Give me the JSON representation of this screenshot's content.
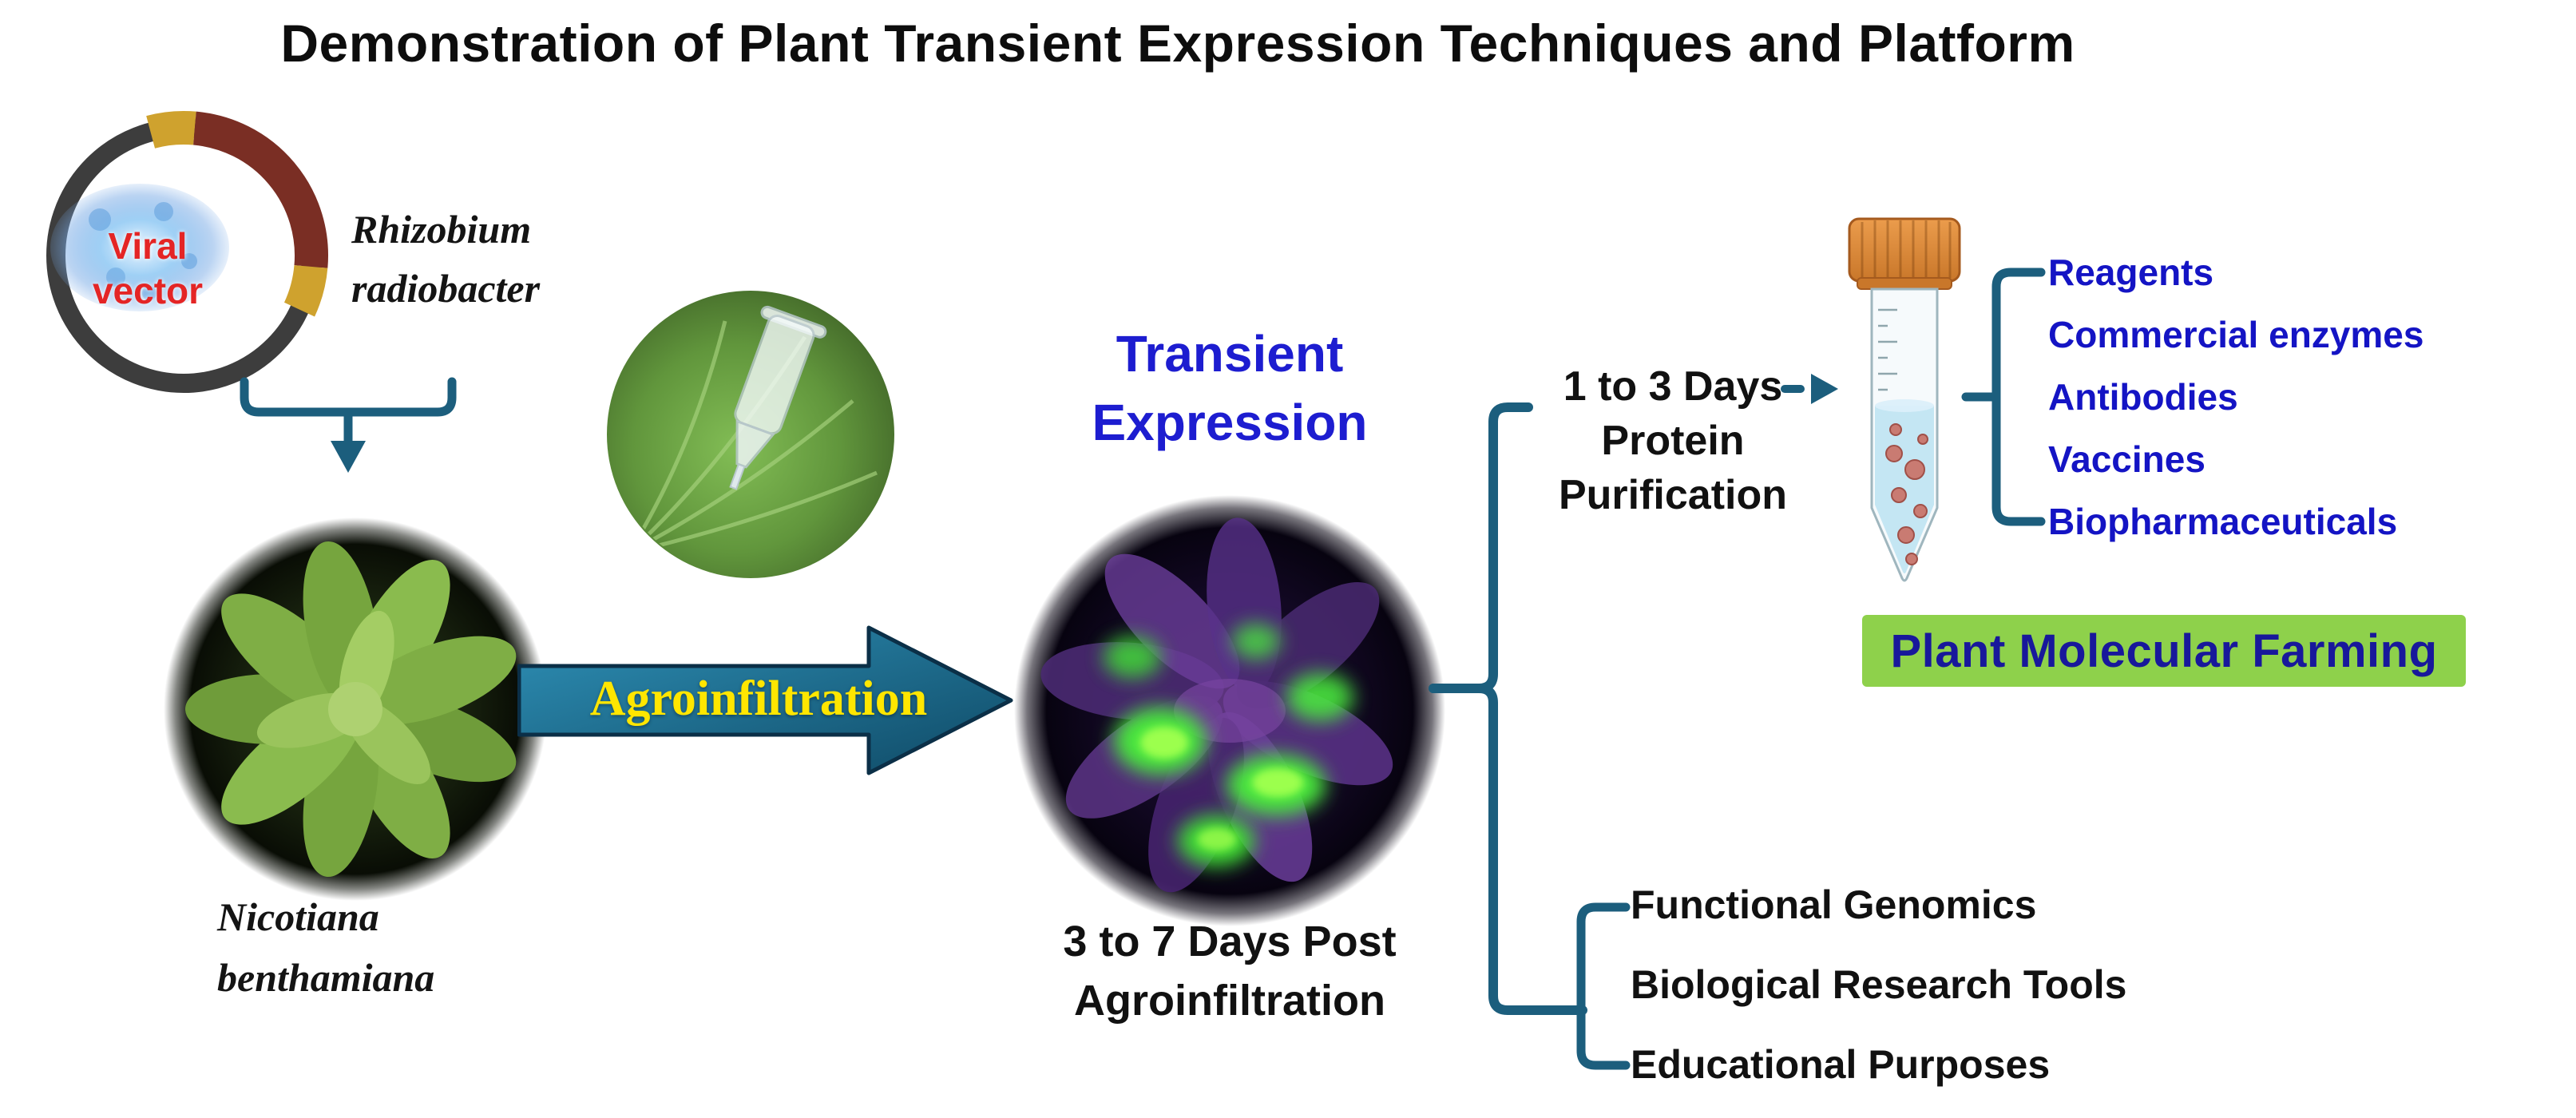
{
  "title": "Demonstration of Plant Transient Expression Techniques and Platform",
  "vector": {
    "label_line1": "Viral",
    "label_line2": "vector"
  },
  "bacterium": {
    "line1": "Rhizobium",
    "line2": "radiobacter"
  },
  "host_plant": {
    "line1": "Nicotiana",
    "line2": "benthamiana"
  },
  "process_arrow": {
    "label": "Agroinfiltration"
  },
  "expression": {
    "line1": "Transient",
    "line2": "Expression"
  },
  "post_caption": {
    "line1": "3 to 7 Days Post",
    "line2": "Agroinfiltration"
  },
  "purification": {
    "line1": "1 to 3 Days",
    "line2": "Protein",
    "line3": "Purification"
  },
  "products": [
    "Reagents",
    "Commercial enzymes",
    "Antibodies",
    "Vaccines",
    "Biopharmaceuticals"
  ],
  "banner": {
    "label": "Plant Molecular Farming"
  },
  "applications": [
    "Functional Genomics",
    "Biological Research Tools",
    "Educational Purposes"
  ],
  "icons": {
    "plasmid": "viral-vector-plasmid-icon",
    "plant": "nicotiana-plant-photo",
    "leaf_syringe": "leaf-syringe-infiltration-photo",
    "gfp_plant": "fluorescent-gfp-plant-photo",
    "tube": "centrifuge-tube-icon"
  },
  "colors": {
    "accent_teal": "#1c5e7d",
    "blue_text": "#1414c4",
    "expression_blue": "#1d1dd0",
    "yellow_text": "#ffe600",
    "red_text": "#e42525",
    "banner_bg": "#8ed14b",
    "banner_fg": "#18189b",
    "cap_orange": "#d98536"
  }
}
